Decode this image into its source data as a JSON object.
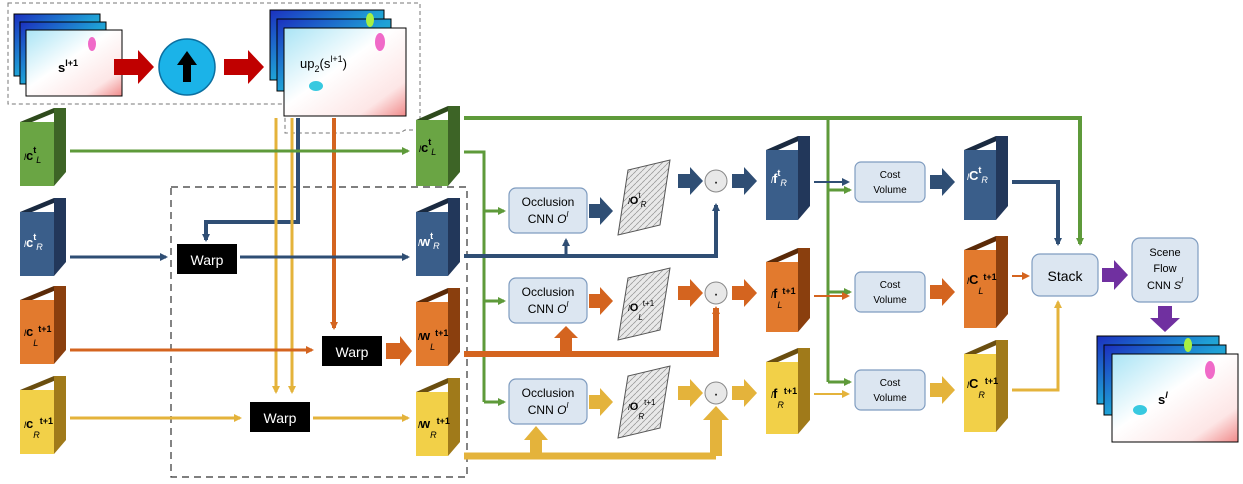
{
  "colors": {
    "green": "#5e9a3a",
    "blue": "#2f4e74",
    "orange": "#d4641f",
    "yellow": "#e4b33b",
    "red": "#c00000",
    "purple": "#7030a0",
    "circle": "#1bb3e8",
    "node_fill": "#dce6f1",
    "black": "#000000"
  },
  "icons": {
    "upsample": "up-arrow-icon",
    "product": "dot-product-icon"
  },
  "flow": {
    "s_in": "s",
    "s_in_sup": "l+1",
    "up_pre": "up",
    "up_sub": "2",
    "up_mid": "(s",
    "up_sup": "l+1",
    "up_post": ")",
    "s_out": "s",
    "s_out_sup": "l"
  },
  "inputs": [
    {
      "pre": "l",
      "main": "c",
      "sup": "t",
      "sub": "L"
    },
    {
      "pre": "l",
      "main": "c",
      "sup": "t",
      "sub": "R"
    },
    {
      "pre": "l",
      "main": "c",
      "sup": "t+1",
      "sub": "L"
    },
    {
      "pre": "l",
      "main": "c",
      "sup": "t+1",
      "sub": "R"
    }
  ],
  "mid_blocks": [
    {
      "pre": "l",
      "main": "c",
      "sup": "t",
      "sub": "L"
    },
    {
      "pre": "l",
      "main": "w",
      "sup": "t",
      "sub": "R"
    },
    {
      "pre": "l",
      "main": "w",
      "sup": "t+1",
      "sub": "L"
    },
    {
      "pre": "l",
      "main": "w",
      "sup": "t+1",
      "sub": "R"
    }
  ],
  "warp": {
    "label": "Warp"
  },
  "occlusion": {
    "line1": "Occlusion",
    "line2": "CNN ",
    "sym": "O",
    "sup": "l"
  },
  "occ_maps": [
    {
      "pre": "l",
      "main": "O",
      "sup": "t",
      "sub": "R"
    },
    {
      "pre": "l",
      "main": "O",
      "sup": "t+1",
      "sub": "L"
    },
    {
      "pre": "l",
      "main": "O",
      "sup": "t+1",
      "sub": "R"
    }
  ],
  "dot_symbol": "·",
  "features": [
    {
      "pre": "l",
      "main": "f",
      "sup": "t",
      "sub": "R"
    },
    {
      "pre": "l",
      "main": "f",
      "sup": "t+1",
      "sub": "L"
    },
    {
      "pre": "l",
      "main": "f",
      "sup": "t+1",
      "sub": "R"
    }
  ],
  "cost_volume": {
    "line1": "Cost",
    "line2": "Volume"
  },
  "cost_blocks": [
    {
      "pre": "l",
      "main": "C",
      "sup": "t",
      "sub": "R"
    },
    {
      "pre": "l",
      "main": "C",
      "sup": "t+1",
      "sub": "L"
    },
    {
      "pre": "l",
      "main": "C",
      "sup": "t+1",
      "sub": "R"
    }
  ],
  "stack": {
    "label": "Stack"
  },
  "scene_flow": {
    "line1": "Scene",
    "line2": "Flow",
    "line3": "CNN ",
    "sym": "S",
    "sup": "l"
  }
}
